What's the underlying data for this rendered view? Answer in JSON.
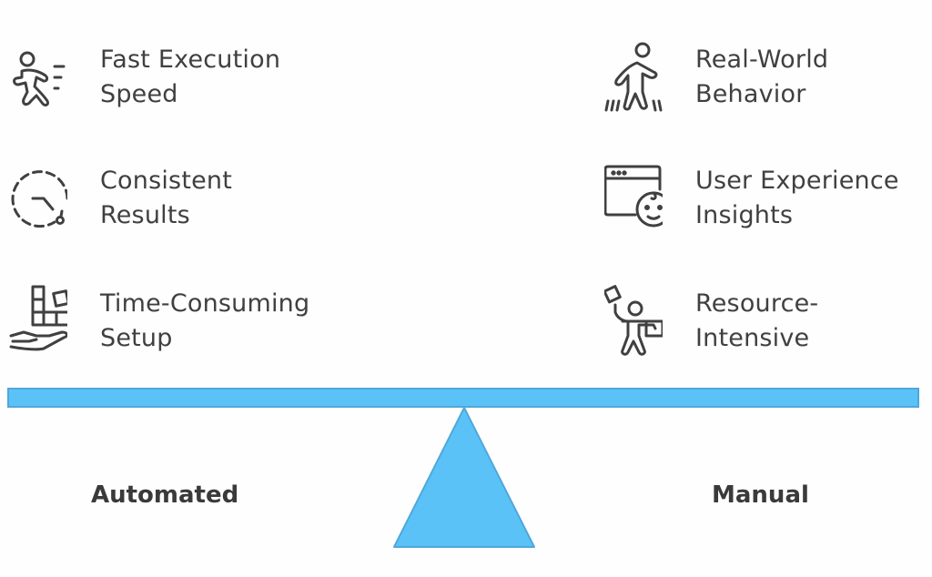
{
  "left": {
    "title": "Automated",
    "items": [
      {
        "icon": "running-person-icon",
        "label": "Fast Execution\nSpeed"
      },
      {
        "icon": "dashed-clock-icon",
        "label": "Consistent\nResults"
      },
      {
        "icon": "hand-holding-blocks-icon",
        "label": "Time-Consuming\nSetup"
      }
    ]
  },
  "right": {
    "title": "Manual",
    "items": [
      {
        "icon": "walking-person-icon",
        "label": "Real-World\nBehavior"
      },
      {
        "icon": "browser-window-face-icon",
        "label": "User Experience\nInsights"
      },
      {
        "icon": "person-juggling-boxes-icon",
        "label": "Resource-\nIntensive"
      }
    ]
  },
  "colors": {
    "beam_fill": "#5BC2F7",
    "beam_stroke": "#4FA8DA",
    "text": "#404040"
  }
}
